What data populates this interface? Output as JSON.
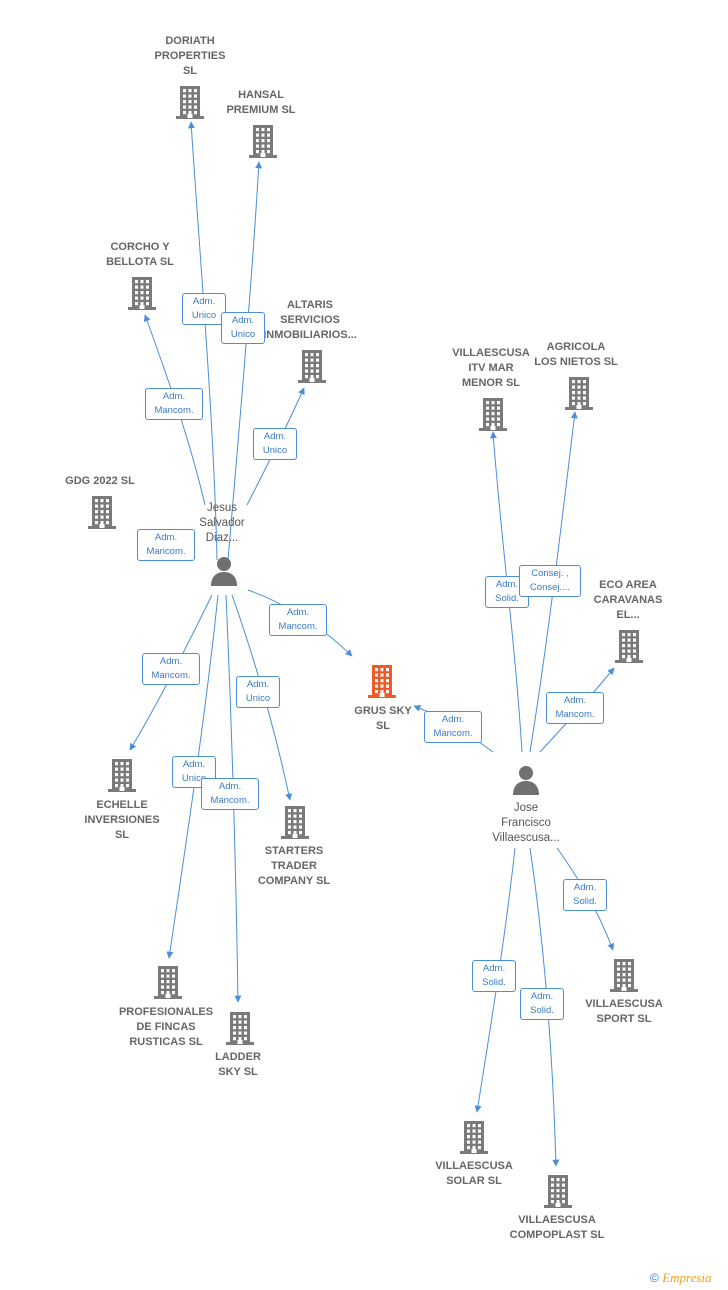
{
  "colors": {
    "edge": "#4a8fd8",
    "building": "#7a7a7a",
    "focus_building": "#f05a28",
    "person": "#707070"
  },
  "companies": {
    "doriath": "DORIATH\nPROPERTIES\nSL",
    "hansal": "HANSAL\nPREMIUM  SL",
    "corcho": "CORCHO Y\nBELLOTA  SL",
    "altaris": "ALTARIS\nSERVICIOS\nINMOBILIARIOS...",
    "gdg": "GDG 2022  SL",
    "grus": "GRUS SKY\nSL",
    "echelle": "ECHELLE\nINVERSIONES\nSL",
    "starters": "STARTERS\nTRADER\nCOMPANY  SL",
    "profesionales": "PROFESIONALES\nDE FINCAS\nRUSTICAS SL",
    "ladder": "LADDER\nSKY  SL",
    "itv": "VILLAESCUSA\nITV MAR\nMENOR  SL",
    "agricola": "AGRICOLA\nLOS NIETOS SL",
    "eco": "ECO AREA\nCARAVANAS\nEL...",
    "sport": "VILLAESCUSA\nSPORT SL",
    "solar": "VILLAESCUSA\nSOLAR SL",
    "compoplast": "VILLAESCUSA\nCOMPOPLAST SL"
  },
  "persons": {
    "jesus": "Jesus\nSalvador\nDiaz...",
    "jose": "Jose\nFrancisco\nVillaescusa..."
  },
  "edge_labels": {
    "doriath": "Adm.\nUnico",
    "hansal": "Adm.\nUnico",
    "corcho": "Adm.\nMancom.",
    "altaris": "Adm.\nUnico",
    "gdg": "Adm.\nMancom.",
    "grus_jesus": "Adm.\nMancom.",
    "echelle": "Adm.\nMancom.",
    "starters": "Adm.\nUnico",
    "profesionales": "Adm.\nUnico",
    "ladder": "Adm.\nMancom.",
    "grus_jose": "Adm.\nMancom.",
    "itv": "Adm.\nSolid.",
    "agricola": "Consej. ,\nConsej....",
    "eco": "Adm.\nMancom.",
    "sport": "Adm.\nSolid.",
    "solar": "Adm.\nSolid.",
    "compoplast": "Adm.\nSolid."
  },
  "footer": {
    "copyright": "©",
    "brand": "Empresia"
  }
}
